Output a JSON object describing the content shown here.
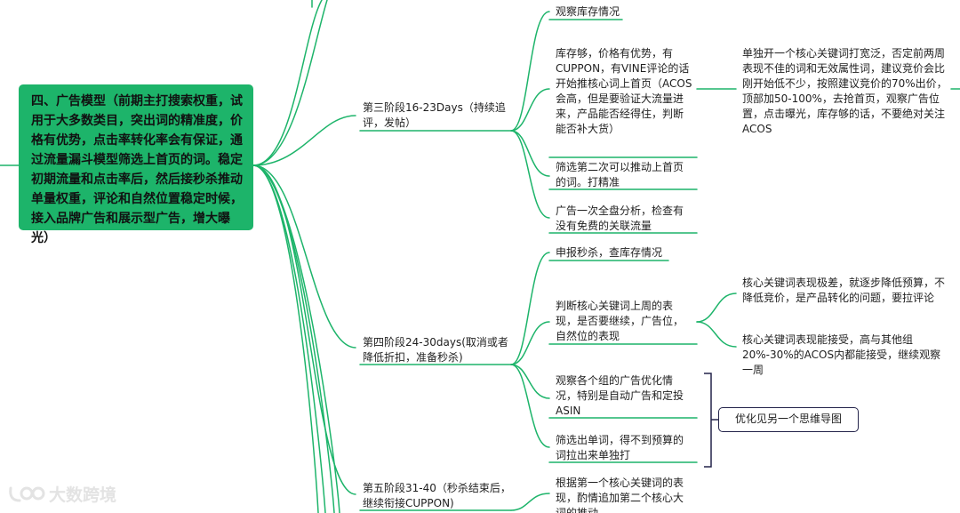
{
  "root": {
    "text": "四、广告模型（前期主打搜索权重，试用于大多数类目，突出词的精准度，价格有优势，点击率转化率会有保证，通过流量漏斗模型筛选上首页的词。稳定初期流量和点击率后，然后接秒杀推动单量权重，评论和自然位置稳定时候，接入品牌广告和展示型广告，增大曝光）"
  },
  "stage3": {
    "label": "第三阶段16-23Days（持续追评，发帖）",
    "items": [
      "观察库存情况",
      "库存够，价格有优势，有CUPPON，有VINE评论的话开始推核心词上首页（ACOS会高，但是要验证大流量进来，产品能否经得住，判断能否补大货）",
      "筛选第二次可以推动上首页的词。打精准",
      "广告一次全盘分析，检查有没有免费的关联流量"
    ],
    "detail": "单独开一个核心关键词打宽泛，否定前两周表现不佳的词和无效属性词，建议竞价会比刚开始低不少，按照建议竞价的70%出价，顶部加50-100%，去抢首页，观察广告位置，点击曝光，库存够的话，不要绝对关注ACOS"
  },
  "stage4": {
    "label": "第四阶段24-30days(取消或者降低折扣，准备秒杀)",
    "items": [
      "申报秒杀，查库存情况",
      "判断核心关键词上周的表现，是否要继续，广告位，自然位的表现",
      "观察各个组的广告优化情况，特别是自动广告和定投ASIN",
      "筛选出单词，得不到预算的词拉出来单独打"
    ],
    "sub": [
      "核心关键词表现极差，就逐步降低预算，不降低竞价，是产品转化的问题，要拉评论",
      "核心关键词表现能接受，高与其他组20%-30%的ACOS内都能接受，继续观察一周"
    ],
    "note": "优化见另一个思维导图"
  },
  "stage5": {
    "label": "第五阶段31-40（秒杀结束后，继续衔接CUPPON)",
    "items": [
      "根据第一个核心关键词的表现，酌情追加第二个核心大词的推动"
    ]
  },
  "watermark": "大数跨境",
  "colors": {
    "root_bg": "#1db46a",
    "line": "#1db46a",
    "bracket": "#23234a"
  }
}
